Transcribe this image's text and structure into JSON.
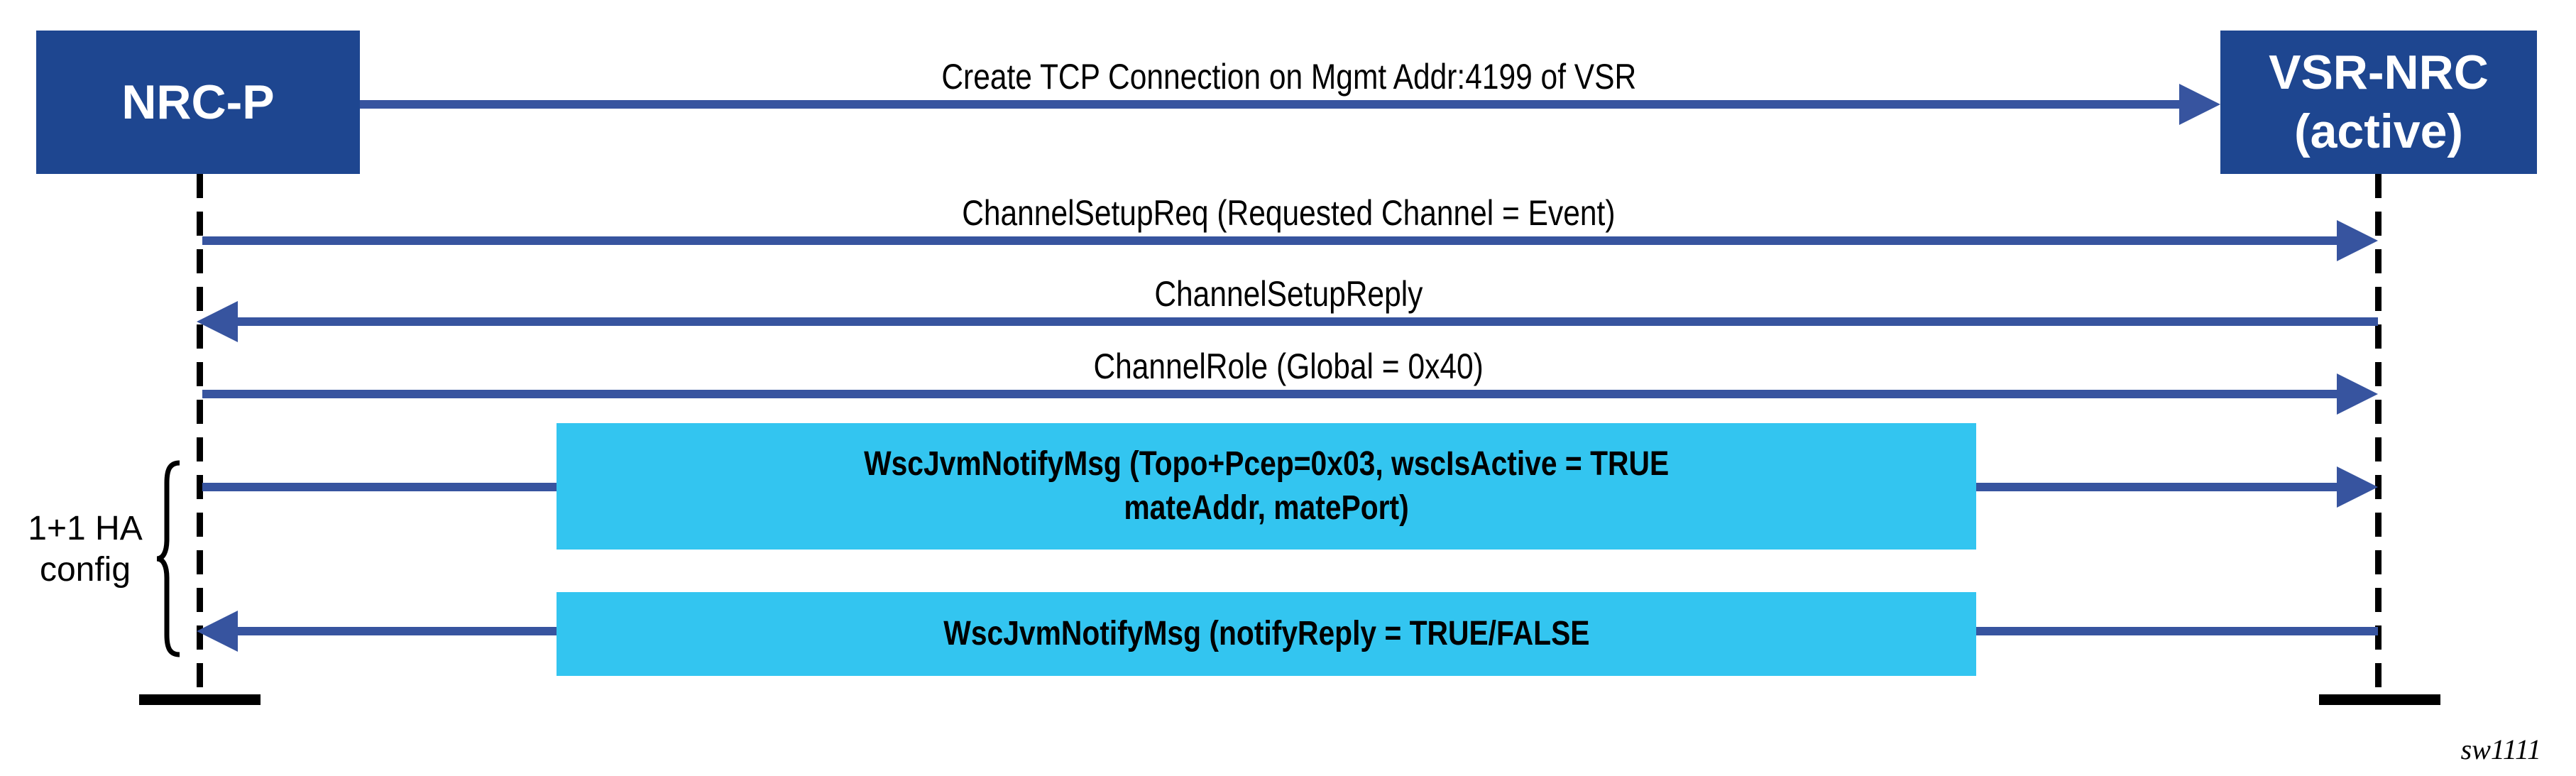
{
  "actors": {
    "left": {
      "label": "NRC-P"
    },
    "right": {
      "line1": "VSR-NRC",
      "line2": "(active)"
    }
  },
  "messages": [
    {
      "id": "create-tcp",
      "label": "Create TCP Connection on Mgmt Addr:4199 of VSR",
      "direction": "right",
      "highlighted": false
    },
    {
      "id": "channel-setup-req",
      "label": "ChannelSetupReq (Requested Channel = Event)",
      "direction": "right",
      "highlighted": false
    },
    {
      "id": "channel-setup-reply",
      "label": "ChannelSetupReply",
      "direction": "left",
      "highlighted": false
    },
    {
      "id": "channel-role",
      "label": "ChannelRole (Global = 0x40)",
      "direction": "right",
      "highlighted": false
    },
    {
      "id": "wsc-jvm-notify",
      "label_line1": "WscJvmNotifyMsg (Topo+Pcep=0x03, wscIsActive = TRUE",
      "label_line2": "mateAddr, matePort)",
      "direction": "right",
      "highlighted": true
    },
    {
      "id": "wsc-jvm-notify-reply",
      "label": "WscJvmNotifyMsg (notifyReply = TRUE/FALSE",
      "direction": "left",
      "highlighted": true
    }
  ],
  "annotation": {
    "line1": "1+1 HA",
    "line2": "config"
  },
  "figure": {
    "caption": "sw1111"
  },
  "colors": {
    "actor_fill": "#1E4690",
    "arrow": "#37549F",
    "highlight_fill": "#33C5F0",
    "line": "#000000"
  }
}
